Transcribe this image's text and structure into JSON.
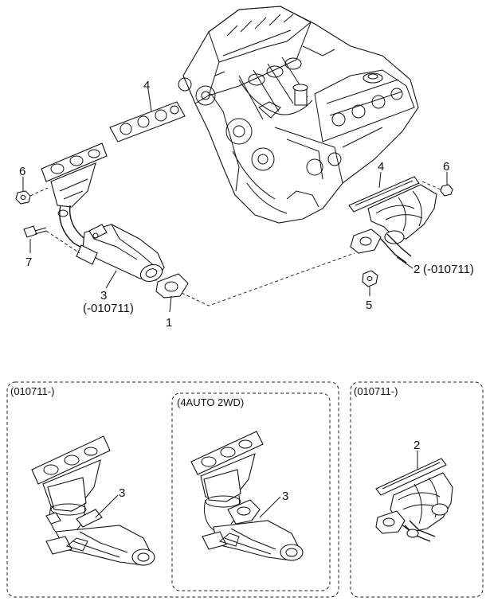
{
  "callouts": {
    "c1": "1",
    "c2": "2",
    "c2_note": "(-010711)",
    "c3": "3",
    "c3_note": "(-010711)",
    "c4_left": "4",
    "c4_right": "4",
    "c5": "5",
    "c6_left": "6",
    "c6_right": "6",
    "c7": "7"
  },
  "panels": {
    "left": {
      "label": "(010711-)",
      "callout": "3"
    },
    "middle": {
      "label": "(4AUTO 2WD)",
      "callout": "3"
    },
    "right": {
      "label": "(010711-)",
      "callout": "2"
    }
  }
}
